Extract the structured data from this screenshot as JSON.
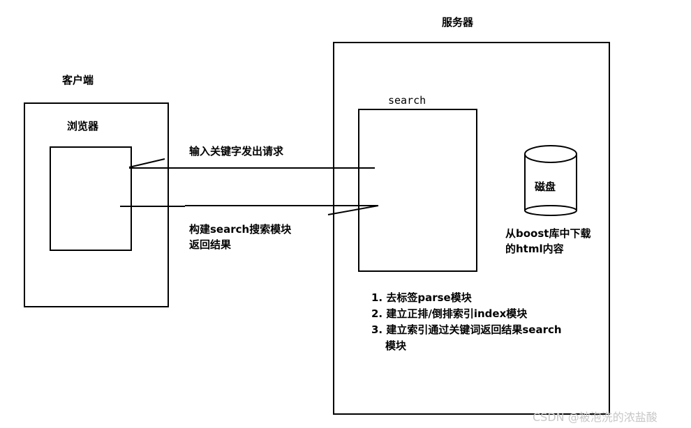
{
  "client": {
    "title": "客户端",
    "browser_label": "浏览器"
  },
  "server": {
    "title": "服务器",
    "search_label": "search",
    "disk_label": "磁盘",
    "disk_caption_line1": "从boost库中下载",
    "disk_caption_line2": "的html内容",
    "steps": [
      "1. 去标签parse模块",
      "2. 建立正排/倒排索引index模块",
      "3. 建立索引通过关键词返回结果search",
      "模块"
    ]
  },
  "arrows": {
    "request_label": "输入关键字发出请求",
    "response_line1": "构建search搜索模块",
    "response_line2": "返回结果"
  },
  "watermark": "CSDN @被泡洗的浓盐酸",
  "colors": {
    "stroke": "#000000",
    "watermark": "#c7c7c7"
  }
}
